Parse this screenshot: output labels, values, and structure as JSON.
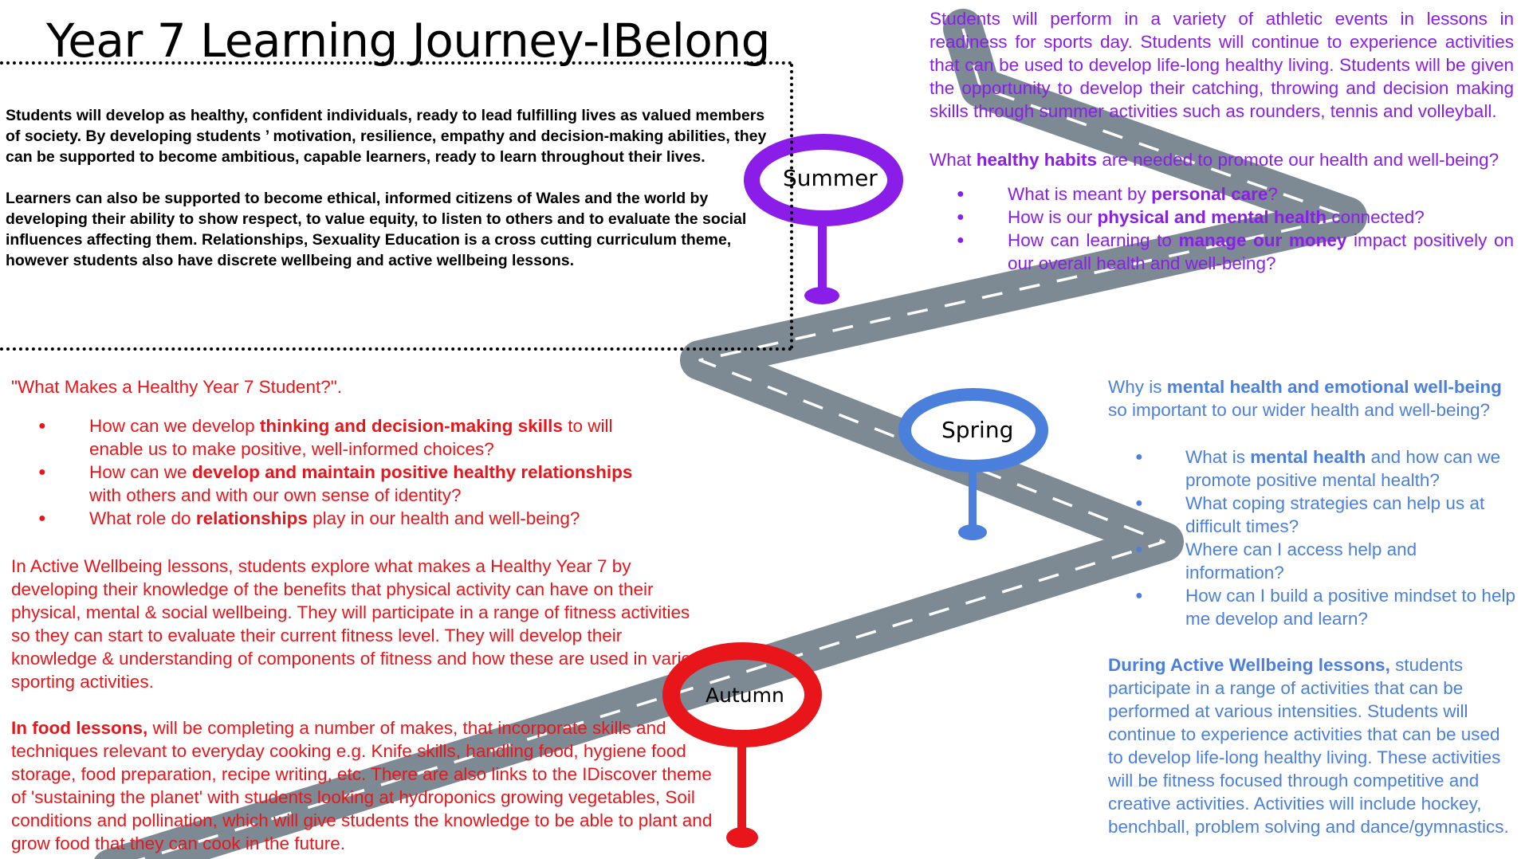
{
  "title": "Year 7 Learning Journey-IBelong",
  "intro": {
    "p1": "Students will develop as healthy, confident individuals, ready to lead fulfilling lives as valued members of society. By developing students ’ motivation, resilience, empathy and decision-making abilities, they can be supported to become ambitious, capable learners, ready to learn throughout their lives.",
    "p2": "Learners can also be supported to become ethical, informed citizens of Wales and the world by developing their ability to show respect, to value equity, to listen to others and to evaluate the social influences affecting them.  Relationships, Sexuality Education is a cross cutting curriculum theme, however students also have discrete wellbeing and active wellbeing lessons."
  },
  "pins": {
    "summer": "Summer",
    "spring": "Spring",
    "autumn": "Autumn"
  },
  "colors": {
    "road": "#7d8a93",
    "summer": "#8a1ee8",
    "spring": "#4a7fdc",
    "autumn": "#e8161b"
  },
  "summer": {
    "intro": "Students will perform in a variety of athletic events in lessons in readiness for sports day. Students will continue to experience activities that can be used to develop life-long healthy living. Students will be given the opportunity to develop their catching, throwing and decision making skills through summer activities such as rounders, tennis and volleyball.",
    "q_pre": "What ",
    "q_bold": "healthy habits",
    "q_post": " are needed to promote our health and well-being?",
    "bullets": [
      {
        "pre": "What is meant by ",
        "bold": "personal care",
        "post": "?"
      },
      {
        "pre": "How is our ",
        "bold": "physical and mental health",
        "post": " connected?"
      },
      {
        "pre": "How can learning to ",
        "bold": "manage our money",
        "post": " impact positively on our overall health and well-being?"
      }
    ]
  },
  "autumn": {
    "question": "\"What Makes a Healthy Year 7 Student?\".",
    "bullets": [
      {
        "pre": "How can we develop ",
        "bold": "thinking and decision-making skills",
        "post": " to will enable us to make positive, well-informed choices?"
      },
      {
        "pre": "How can we ",
        "bold": "develop and maintain positive healthy relationships",
        "post": " with others and with our own sense of identity?"
      },
      {
        "pre": "What role do ",
        "bold": "relationships",
        "post": " play in our health and well-being?"
      }
    ],
    "active": "In Active Wellbeing lessons, students explore what makes a Healthy Year 7 by developing their knowledge of the benefits that physical activity can have on their physical, mental & social wellbeing. They will participate in a range of fitness activities so they can start to evaluate their current fitness level. They will develop their knowledge & understanding of components of fitness and how these are used in various sporting activities.",
    "food_bold": "In food lessons,",
    "food_rest": " will be completing a number of makes, that incorporate skills and techniques relevant to everyday cooking e.g. Knife skills, handling food, hygiene food storage, food preparation, recipe writing, etc. There are also links to the IDiscover theme of 'sustaining the planet' with students looking at hydroponics growing vegetables, Soil conditions and pollination, which will give students the knowledge to be able to plant and grow food that they can cook in the future."
  },
  "spring": {
    "q_pre": "Why is ",
    "q_bold": "mental health and emotional well-being",
    "q_post": " so important to our wider health and well-being?",
    "bullets": [
      {
        "pre": "What is ",
        "bold": "mental health",
        "post": " and how can we promote positive mental health?"
      },
      {
        "pre": "What coping strategies can help us at difficult times?",
        "bold": "",
        "post": ""
      },
      {
        "pre": "Where can I access help and information?",
        "bold": "",
        "post": ""
      },
      {
        "pre": "How can I build a positive mindset to help me develop and learn?",
        "bold": "",
        "post": ""
      }
    ],
    "active_bold": "During Active Wellbeing lessons,",
    "active_rest": " students participate in a range of activities that can be performed at various intensities.  Students will continue to experience activities that can be used to develop life-long healthy living.  These activities will be fitness focused through competitive and creative activities. Activities will include hockey, benchball, problem solving and dance/gymnastics."
  }
}
